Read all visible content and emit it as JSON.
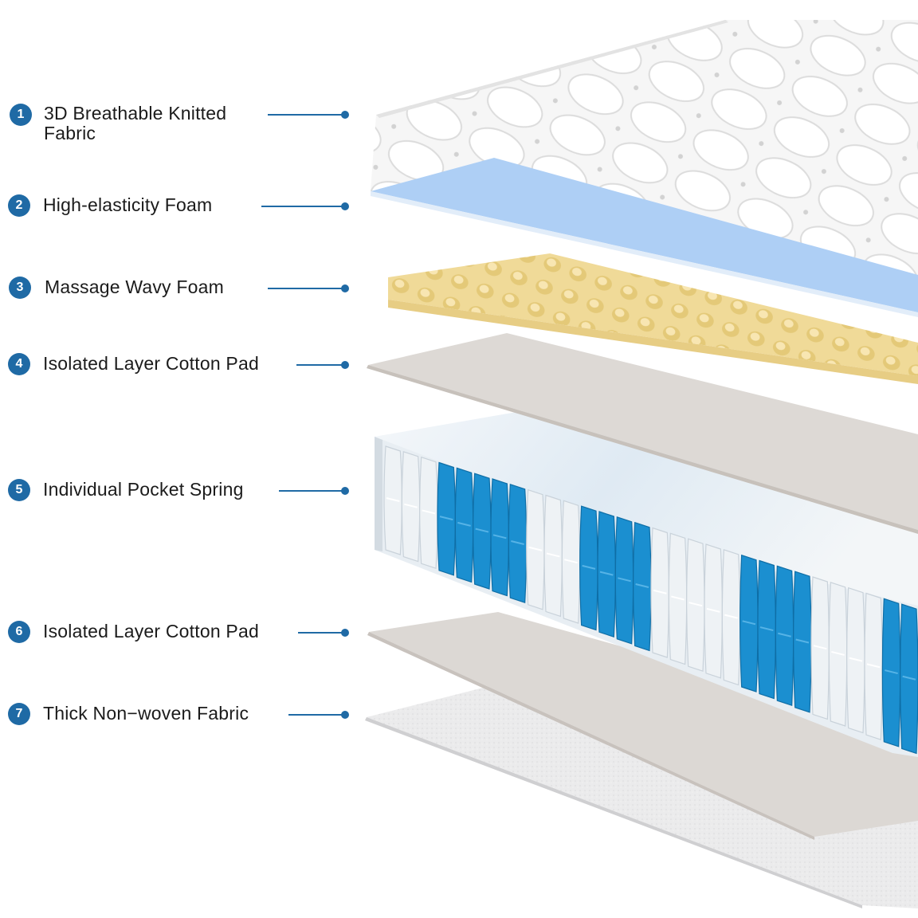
{
  "colors": {
    "accent": "#1f6aa5",
    "fabric": "#f4f4f4",
    "foam_blue": "#aecff5",
    "foam_yellow": "#f1dc9c",
    "cotton_pad": "#ddd9d5",
    "spring_blue": "#1b8fd0",
    "spring_white": "#eef2f5",
    "nonwoven": "#e9e9ea"
  },
  "layers": [
    {
      "number": "1",
      "label": "3D Breathable Knitted\nFabric"
    },
    {
      "number": "2",
      "label": "High-elasticity Foam"
    },
    {
      "number": "3",
      "label": "Massage Wavy Foam"
    },
    {
      "number": "4",
      "label": "Isolated Layer Cotton Pad"
    },
    {
      "number": "5",
      "label": "Individual Pocket Spring"
    },
    {
      "number": "6",
      "label": "Isolated Layer Cotton Pad"
    },
    {
      "number": "7",
      "label": "Thick Non−woven Fabric"
    }
  ]
}
